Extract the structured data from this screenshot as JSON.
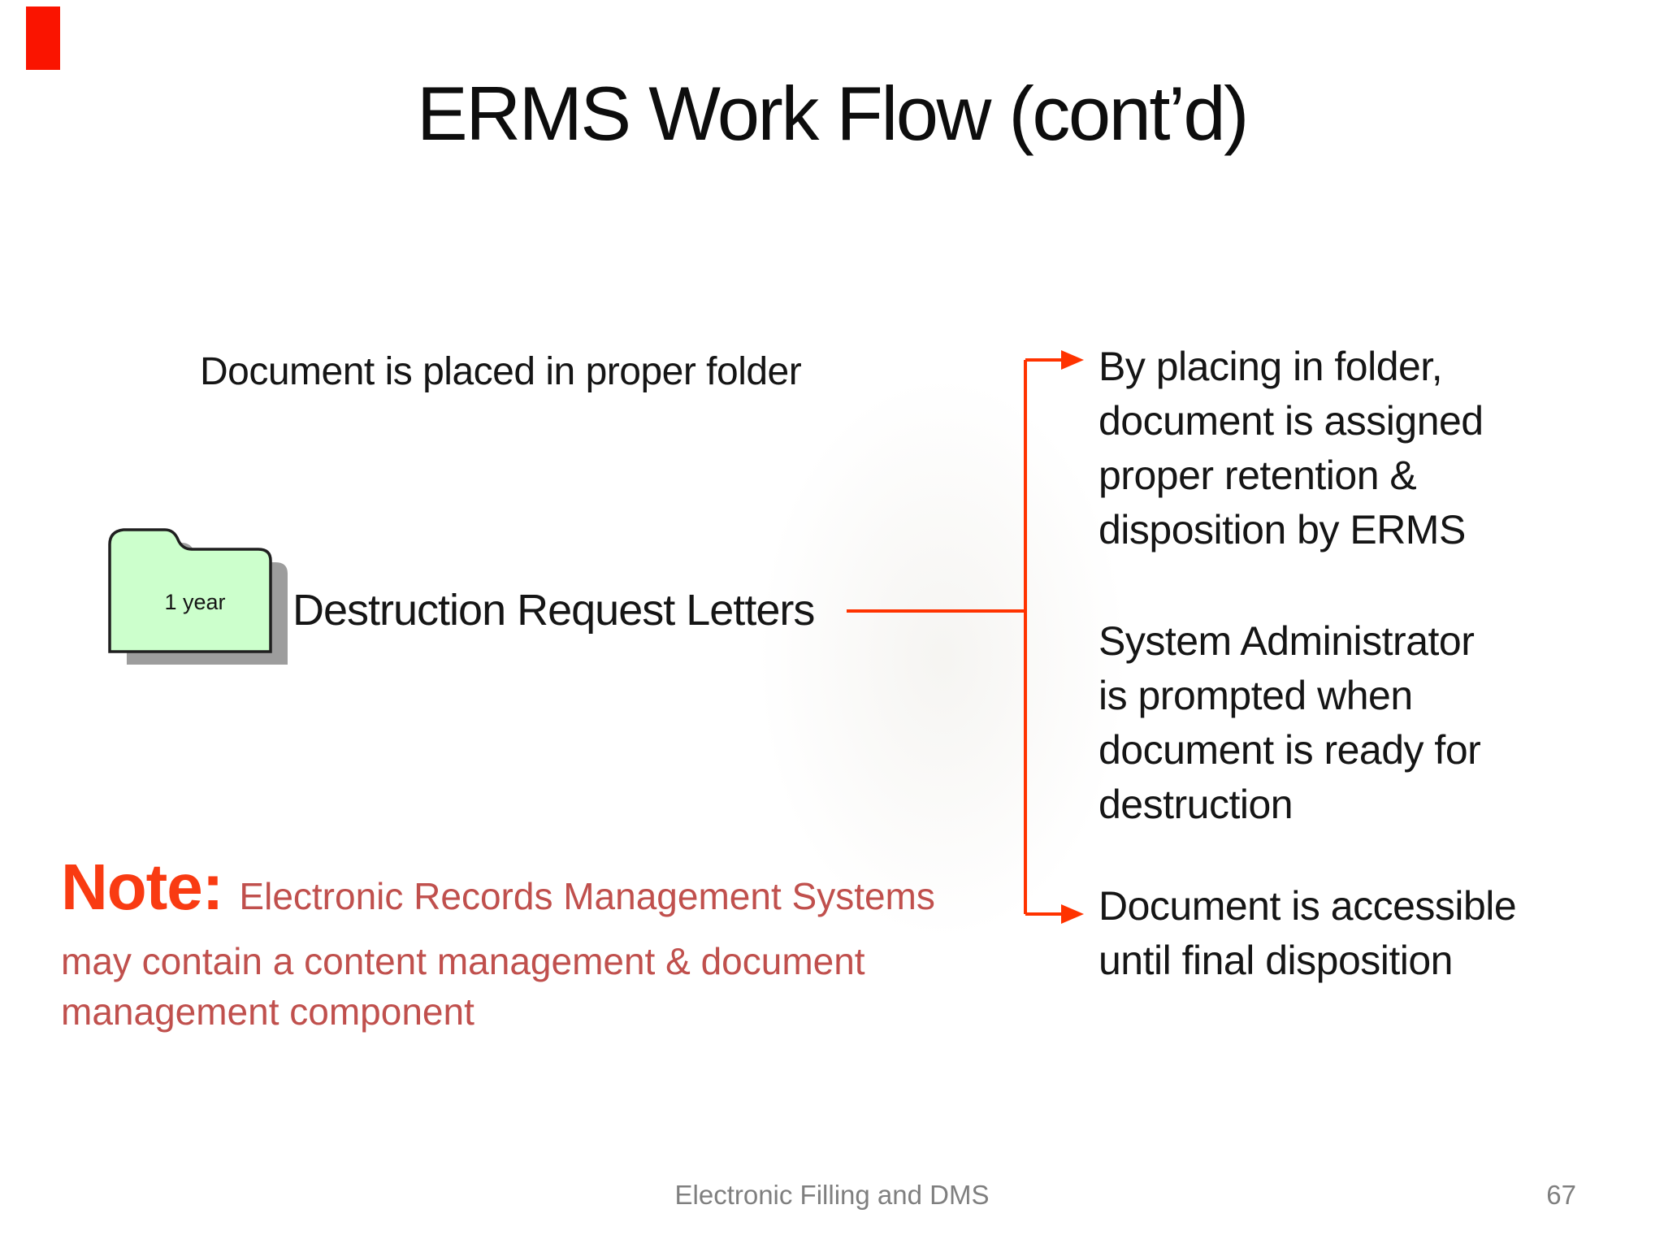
{
  "theme": {
    "corner_mark": "#fa1400",
    "accent_arrow": "#ff3300",
    "note_prefix": "#f93b12",
    "note_body": "#c0504d",
    "folder_fill": "#ccffcc",
    "folder_shadow": "#9d9d9d",
    "footer_gray": "#7f7f7f",
    "text_black": "#151515"
  },
  "slide": {
    "title": "ERMS Work Flow (cont’d)",
    "caption": "Document is placed in proper folder",
    "folder": {
      "label": "1 year",
      "name_text": "Destruction Request Letters"
    },
    "flow": {
      "targets": [
        {
          "lines": [
            "By placing in folder,",
            "document is assigned",
            "proper retention &",
            "disposition by ERMS"
          ]
        },
        {
          "lines": [
            "System Administrator",
            "is prompted when",
            "document is ready for",
            "destruction"
          ]
        },
        {
          "lines": [
            "Document is accessible",
            "until final disposition"
          ]
        }
      ]
    },
    "note": {
      "prefix": "Note:",
      "line1": "Electronic Records Management Systems",
      "line2": "may contain a content management & document",
      "line3": "management component"
    },
    "footer": {
      "doc_title": "Electronic Filling and DMS",
      "page_number": "67"
    }
  }
}
